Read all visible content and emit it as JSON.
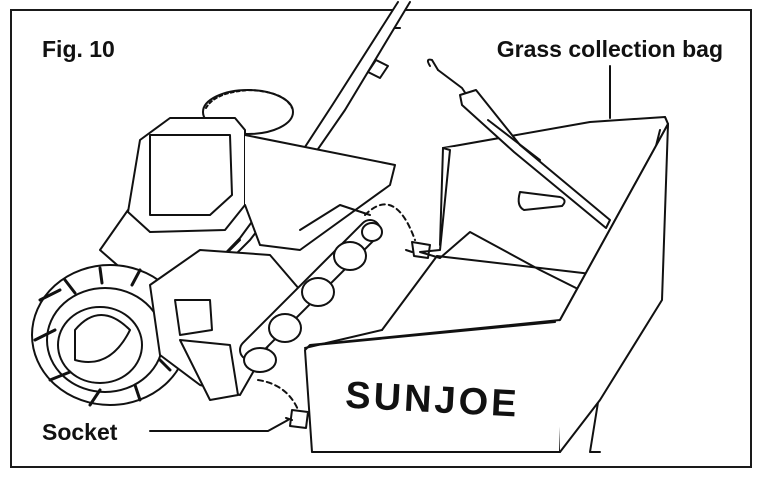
{
  "figure": {
    "label": "Fig. 10"
  },
  "callouts": {
    "bag": "Grass collection bag",
    "socket": "Socket"
  },
  "logo": {
    "text": "SUNJOE"
  },
  "colors": {
    "line": "#111111",
    "background": "#ffffff",
    "bag_fill": "#ffffff"
  }
}
